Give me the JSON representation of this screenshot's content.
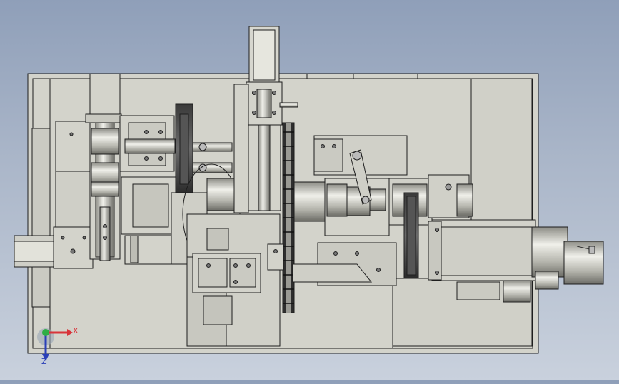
{
  "viewport": {
    "content": "cad-assembly-top-view",
    "background_top": "#8f9fb9",
    "background_bottom": "#c9d1dd",
    "part_fill": "#d3d3cb",
    "edge_color": "#1e1e1e"
  },
  "triad": {
    "x_label": "X",
    "z_label": "Z",
    "x_color": "#d8343a",
    "y_color": "#2fae45",
    "z_color": "#2a3fb8"
  }
}
